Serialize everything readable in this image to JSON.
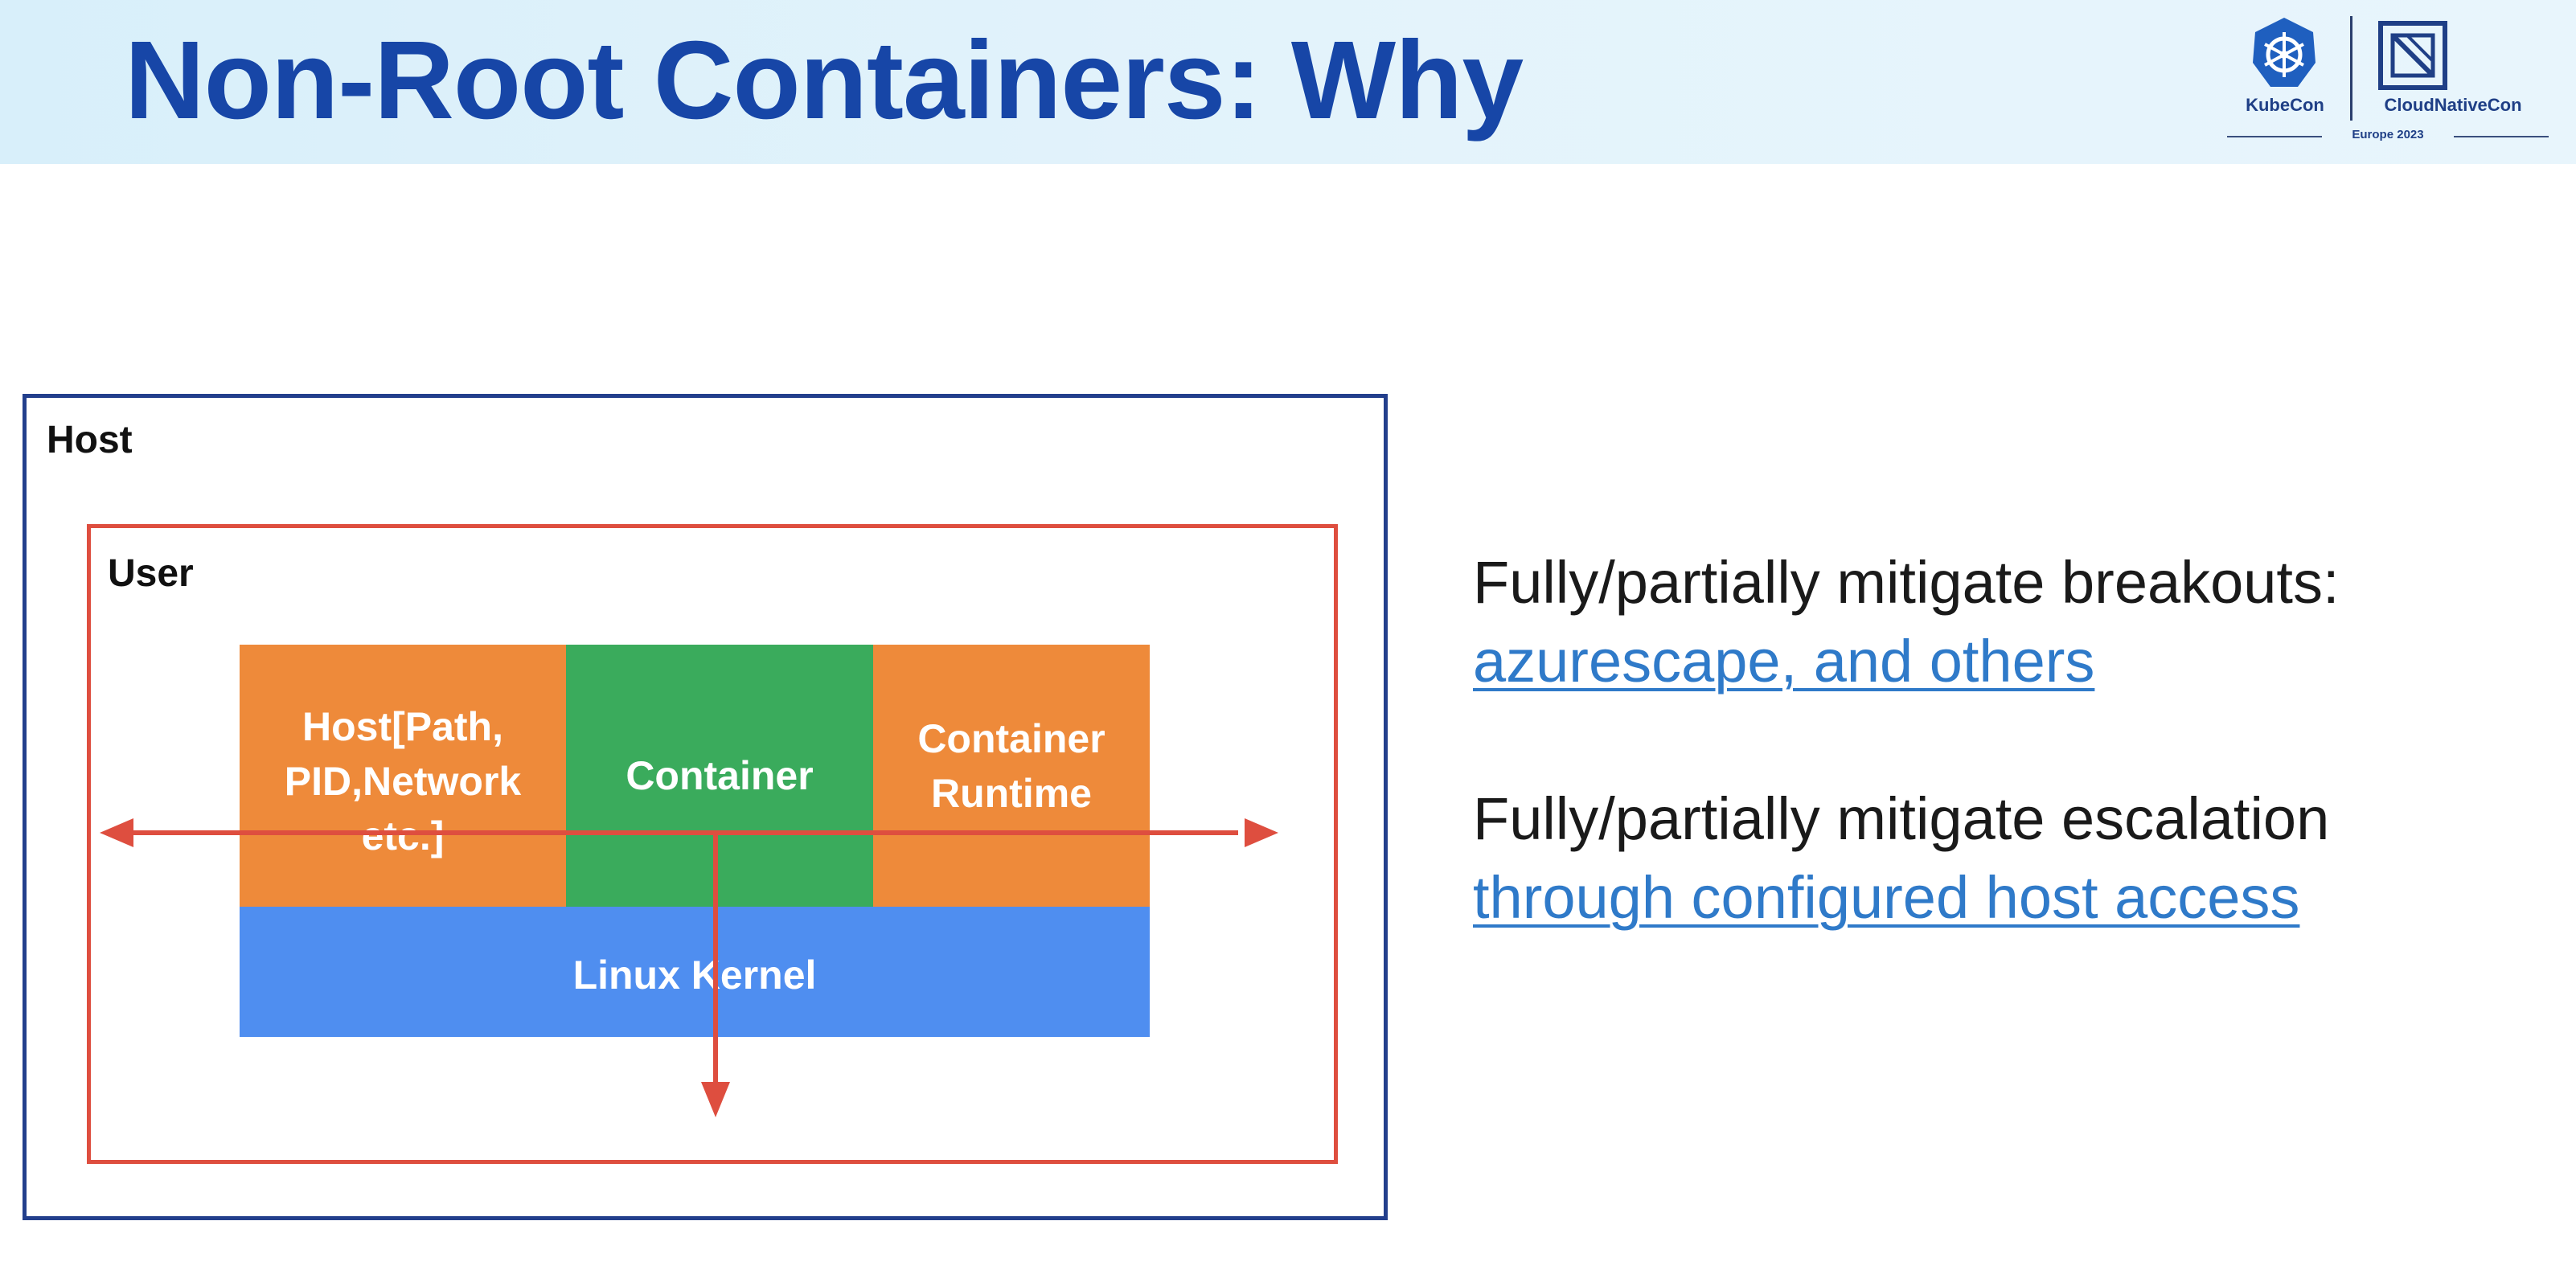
{
  "slide": {
    "title": "Non-Root Containers: Why",
    "header_color": "#1746a7"
  },
  "logo": {
    "kubecon": "KubeCon",
    "cloudnativecon": "CloudNativeCon",
    "event": "Europe 2023",
    "kube_icon": "kubernetes-helm-icon",
    "cncf_icon": "cncf-square-icon"
  },
  "diagram": {
    "host_label": "Host",
    "user_label": "User",
    "blocks": {
      "hostpath": "Host[Path,\nPID,Network\netc.]",
      "container": "Container",
      "runtime": "Container\nRuntime",
      "kernel": "Linux Kernel"
    },
    "colors": {
      "host_border": "#233f8c",
      "user_border": "#de4e3f",
      "orange": "#ee8a3a",
      "green": "#3aab5c",
      "blue": "#4f8ef0",
      "arrow": "#de4e3f"
    }
  },
  "statements": [
    {
      "text": "Fully/partially mitigate breakouts:",
      "link": "azurescape, and others"
    },
    {
      "text": "Fully/partially mitigate escalation",
      "link": "through configured host access"
    }
  ],
  "link_color": "#2f7ac9"
}
